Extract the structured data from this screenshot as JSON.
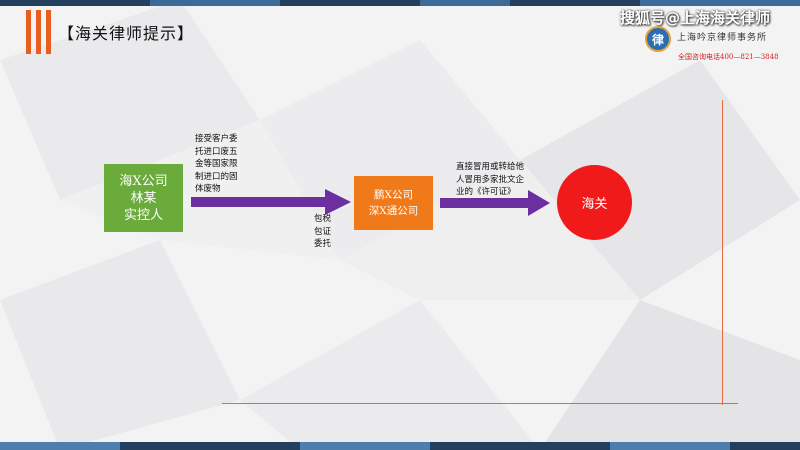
{
  "title": "【海关律师提示】",
  "watermark": "搜狐号@上海海关律师",
  "firm": {
    "name": "上海吟京律师事务所",
    "phone": "全国咨询电话400—821—3848",
    "logo_icon": "law-firm-logo-icon"
  },
  "nodes": {
    "controller": {
      "lines": [
        "海X公司",
        "林某",
        "实控人"
      ]
    },
    "agent": {
      "lines": [
        "鹏X公司",
        "深X通公司"
      ]
    },
    "customs": {
      "label": "海关"
    }
  },
  "edges": {
    "entrust": {
      "lines": [
        "接受客户委",
        "托进口废五",
        "金等国家限",
        "制进口的固",
        "体废物"
      ]
    },
    "services": {
      "lines": [
        "包税",
        "包证",
        "委托"
      ]
    },
    "license": {
      "lines": [
        "直接冒用或转给他",
        "人冒用多家批文企",
        "业的《许可证》"
      ]
    }
  },
  "colors": {
    "controller_box": "#6aab3c",
    "agent_box": "#f07a1a",
    "customs_circle": "#f11a1a",
    "arrow": "#6b2fa0",
    "accent": "#e95d1e"
  }
}
